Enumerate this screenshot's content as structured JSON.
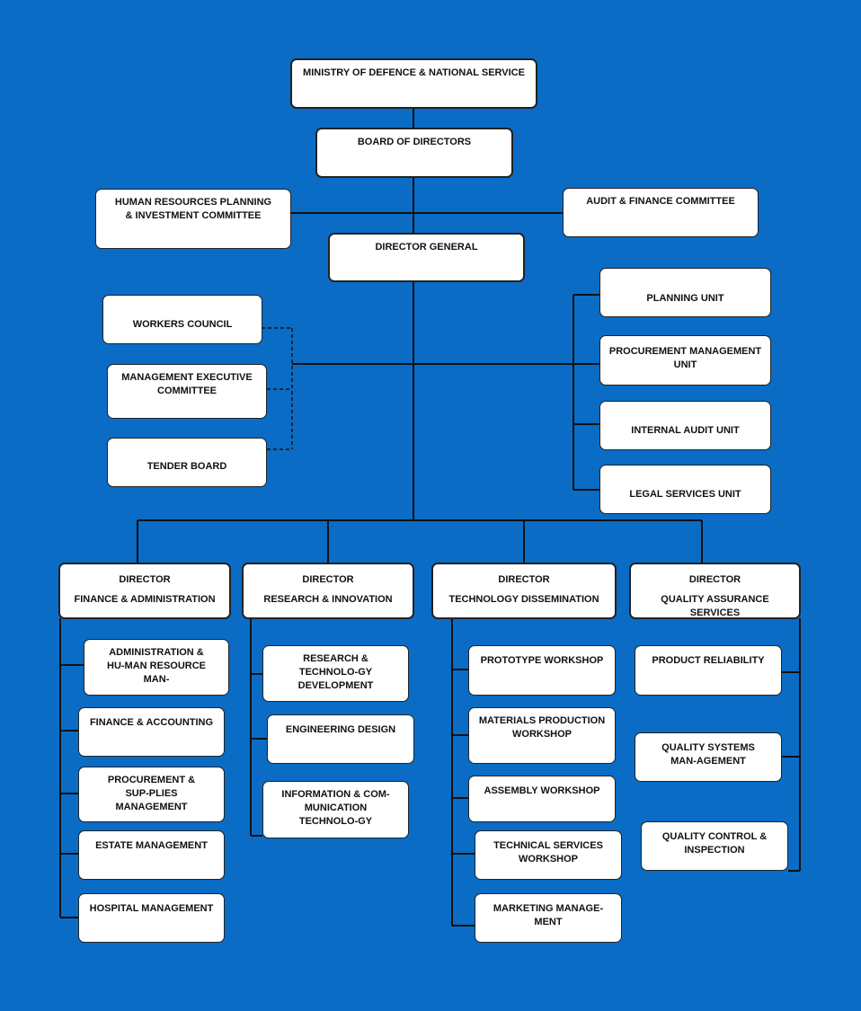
{
  "top": {
    "ministry": "MINISTRY OF DEFENCE & NATIONAL SERVICE",
    "board": "BOARD OF DIRECTORS",
    "hr_committee": "HUMAN RESOURCES PLANNING & INVESTMENT COMMITTEE",
    "audit_committee": "AUDIT & FINANCE COMMITTEE",
    "director_general": "DIRECTOR GENERAL"
  },
  "left_committees": {
    "workers_council": "WORKERS COUNCIL",
    "management_executive": "MANAGEMENT EXECUTIVE COMMITTEE",
    "tender_board": "TENDER BOARD"
  },
  "units": {
    "planning": "PLANNING UNIT",
    "procurement": "PROCUREMENT MANAGEMENT UNIT",
    "internal_audit": "INTERNAL AUDIT UNIT",
    "legal": "LEGAL SERVICES UNIT"
  },
  "directorates": [
    {
      "title": "DIRECTOR",
      "name": "FINANCE & ADMINISTRATION",
      "departments": [
        "ADMINISTRATION & HU-MAN RESOURCE MAN-",
        "FINANCE & ACCOUNTING",
        "PROCUREMENT & SUP-PLIES MANAGEMENT",
        "ESTATE MANAGEMENT",
        "HOSPITAL MANAGEMENT"
      ]
    },
    {
      "title": "DIRECTOR",
      "name": "RESEARCH & INNOVATION",
      "departments": [
        "RESEARCH & TECHNOLO-GY DEVELOPMENT",
        "ENGINEERING DESIGN",
        "INFORMATION & COM-MUNICATION TECHNOLO-GY"
      ]
    },
    {
      "title": "DIRECTOR",
      "name": "TECHNOLOGY DISSEMINATION",
      "departments": [
        "PROTOTYPE WORKSHOP",
        "MATERIALS PRODUCTION WORKSHOP",
        "ASSEMBLY WORKSHOP",
        "TECHNICAL SERVICES WORKSHOP",
        "MARKETING MANAGE-MENT"
      ]
    },
    {
      "title": "DIRECTOR",
      "name": "QUALITY ASSURANCE SERVICES",
      "departments": [
        "PRODUCT RELIABILITY",
        "QUALITY SYSTEMS MAN-AGEMENT",
        "QUALITY CONTROL & INSPECTION"
      ]
    }
  ]
}
